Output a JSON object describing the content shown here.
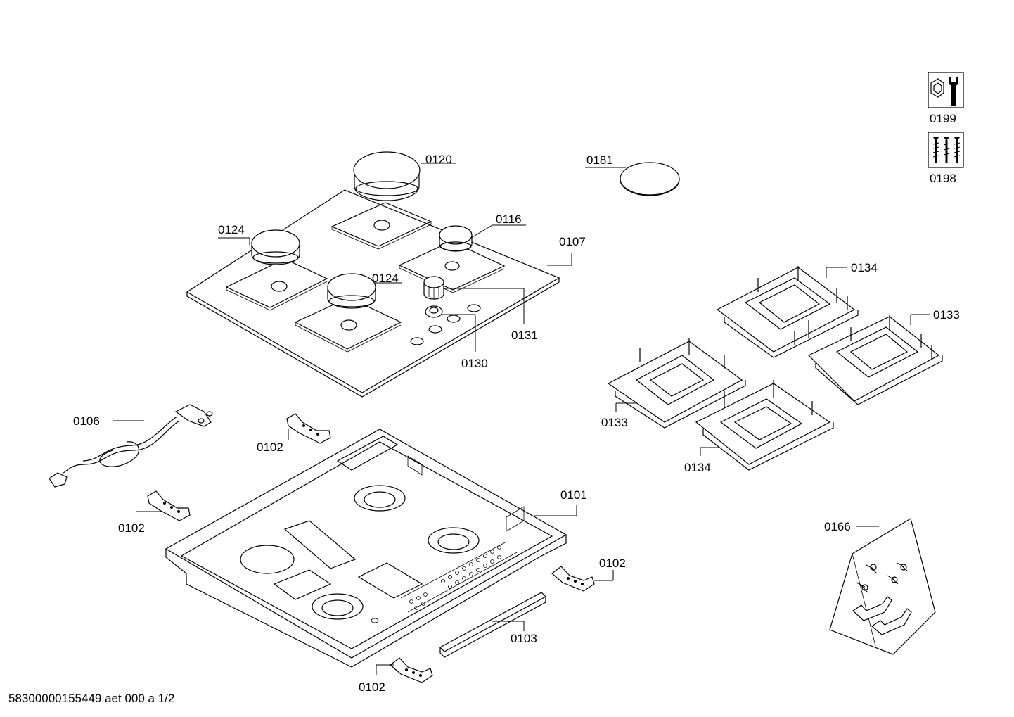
{
  "labels": {
    "p0199": "0199",
    "p0198": "0198",
    "p0120": "0120",
    "p0181": "0181",
    "p0124a": "0124",
    "p0124b": "0124",
    "p0116": "0116",
    "p0107": "0107",
    "p0131": "0131",
    "p0130": "0130",
    "p0134a": "0134",
    "p0134b": "0134",
    "p0133a": "0133",
    "p0133b": "0133",
    "p0106": "0106",
    "p0102a": "0102",
    "p0102b": "0102",
    "p0102c": "0102",
    "p0102d": "0102",
    "p0101": "0101",
    "p0103": "0103",
    "p0166": "0166"
  },
  "footer": "58300000155449 aet 000 a 1/2",
  "icons": [
    "wrench-icon",
    "screws-icon"
  ]
}
